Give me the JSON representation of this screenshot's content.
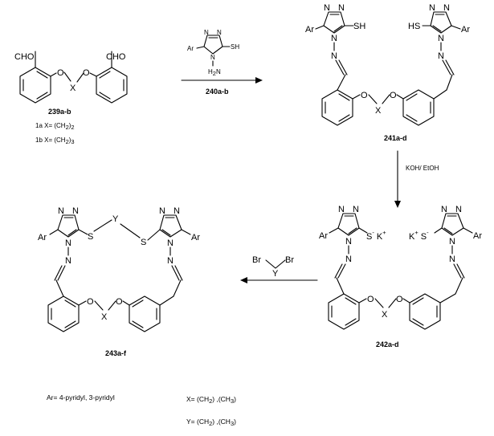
{
  "compounds": {
    "c239": {
      "id": "239a-b",
      "subs": [
        "1a X= (CH",
        "1b X= (CH"
      ],
      "sub_n": [
        "2",
        "3"
      ],
      "cho": "CHO",
      "o": "O",
      "x": "X"
    },
    "c240": {
      "id": "240a-b",
      "ar": "Ar",
      "sh": "SH",
      "nh": "N",
      "h2": "H",
      "two": "2"
    },
    "c241": {
      "id": "241a-d"
    },
    "c242": {
      "id": "242a-d",
      "s": "S",
      "k": "K",
      "minus": "-",
      "plus": "+"
    },
    "c243": {
      "id": "243a-f",
      "y": "Y"
    }
  },
  "reagents": {
    "koh": "KOH/ EtOH",
    "br": "Br",
    "y": "Y"
  },
  "atoms": {
    "N": "N",
    "S": "S",
    "SH": "SH",
    "HS": "HS",
    "Ar": "Ar",
    "O": "O",
    "X": "X",
    "Y": "Y"
  },
  "footer": {
    "ar_line": "Ar= 4-pyridyl, 3-pyridyl",
    "x_line": "X= (CH",
    "x_tail": ") ,(CH",
    "x_end": ")",
    "y_line": "Y= (CH",
    "y_tail": ") ,(CH",
    "y_end": ")",
    "n2": "2",
    "n3": "3"
  }
}
